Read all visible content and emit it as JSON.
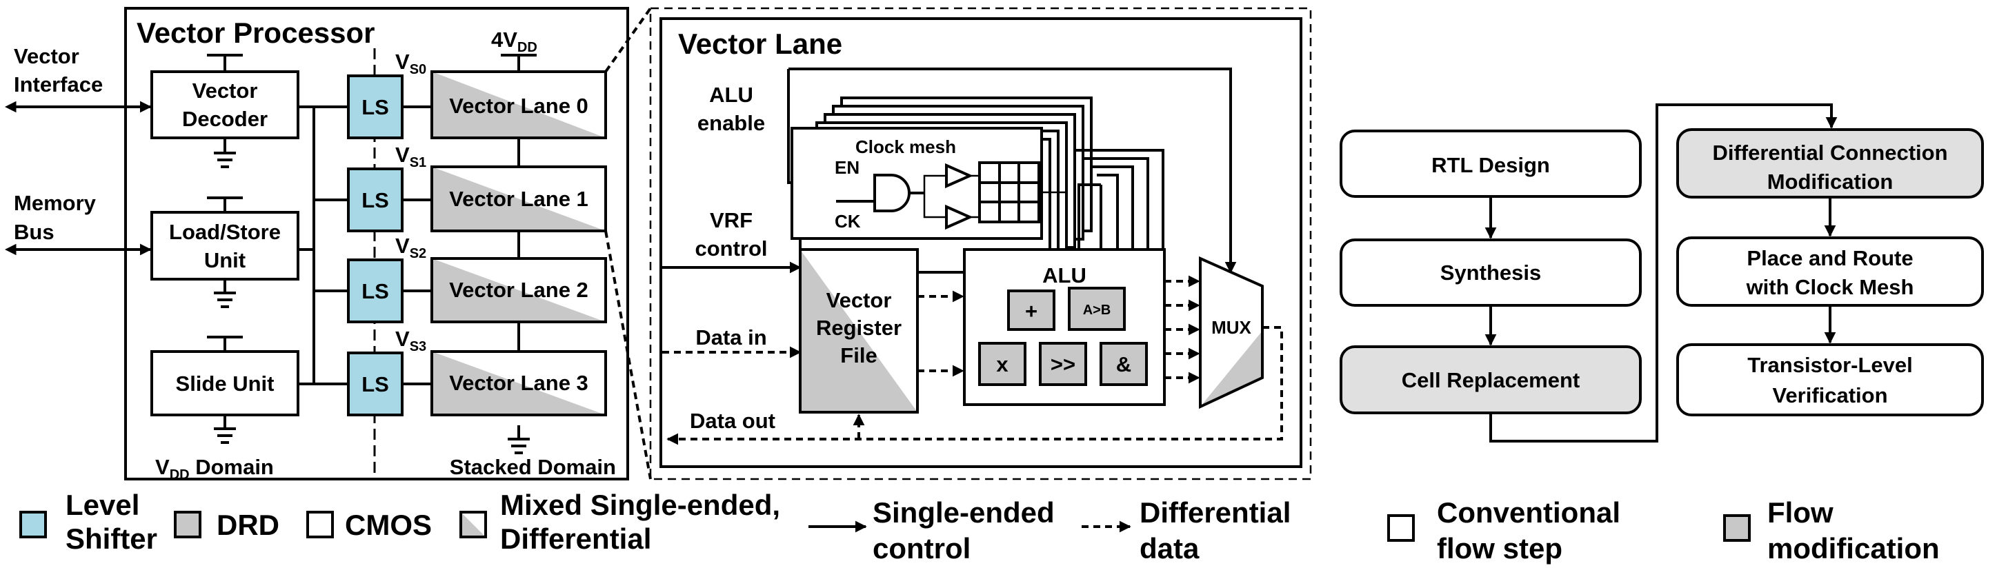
{
  "vector_processor": {
    "title": "Vector Processor",
    "vector_interface": [
      "Vector",
      "Interface"
    ],
    "memory_bus": [
      "Memory",
      "Bus"
    ],
    "vector_decoder": [
      "Vector",
      "Decoder"
    ],
    "load_store_unit": [
      "Load/Store",
      "Unit"
    ],
    "slide_unit": "Slide Unit",
    "level_shifter": "LS",
    "supply_4vdd": {
      "main": "4V",
      "sub": "DD"
    },
    "vs_labels": [
      {
        "main": "V",
        "sub": "S0"
      },
      {
        "main": "V",
        "sub": "S1"
      },
      {
        "main": "V",
        "sub": "S2"
      },
      {
        "main": "V",
        "sub": "S3"
      }
    ],
    "lanes": [
      "Vector Lane 0",
      "Vector Lane 1",
      "Vector Lane 2",
      "Vector Lane 3"
    ],
    "vdd_domain": {
      "main": "V",
      "sub": "DD",
      "rest": " Domain"
    },
    "stacked_domain": "Stacked Domain"
  },
  "vector_lane": {
    "title": "Vector Lane",
    "alu_enable": [
      "ALU",
      "enable"
    ],
    "clock_mesh": "Clock mesh",
    "en": "EN",
    "ck": "CK",
    "vrf_control": [
      "VRF",
      "control"
    ],
    "data_in": "Data in",
    "data_out": "Data out",
    "register_file": [
      "Vector",
      "Register",
      "File"
    ],
    "alu": "ALU",
    "alu_ops": [
      "+",
      "A>B",
      "x",
      ">>",
      "&"
    ],
    "mux": "MUX"
  },
  "legend": {
    "level_shifter": [
      "Level",
      "Shifter"
    ],
    "drd": "DRD",
    "cmos": "CMOS",
    "mixed": [
      "Mixed Single-ended,",
      "Differential"
    ],
    "single_ended": [
      "Single-ended",
      "control"
    ],
    "differential": [
      "Differential",
      "data"
    ],
    "colors": {
      "level_shifter": "#a8d8e6",
      "drd": "#c8c8c8",
      "flow_mod": "#e0e0e0"
    }
  },
  "flow": {
    "steps": [
      {
        "label": [
          "RTL Design"
        ],
        "modified": false
      },
      {
        "label": [
          "Synthesis"
        ],
        "modified": false
      },
      {
        "label": [
          "Cell Replacement"
        ],
        "modified": true
      },
      {
        "label": [
          "Differential Connection",
          "Modification"
        ],
        "modified": true
      },
      {
        "label": [
          "Place and Route",
          "with Clock Mesh"
        ],
        "modified": false
      },
      {
        "label": [
          "Transistor-Level",
          "Verification"
        ],
        "modified": false
      }
    ],
    "legend_conventional": [
      "Conventional",
      "flow step"
    ],
    "legend_modification": [
      "Flow",
      "modification"
    ]
  }
}
